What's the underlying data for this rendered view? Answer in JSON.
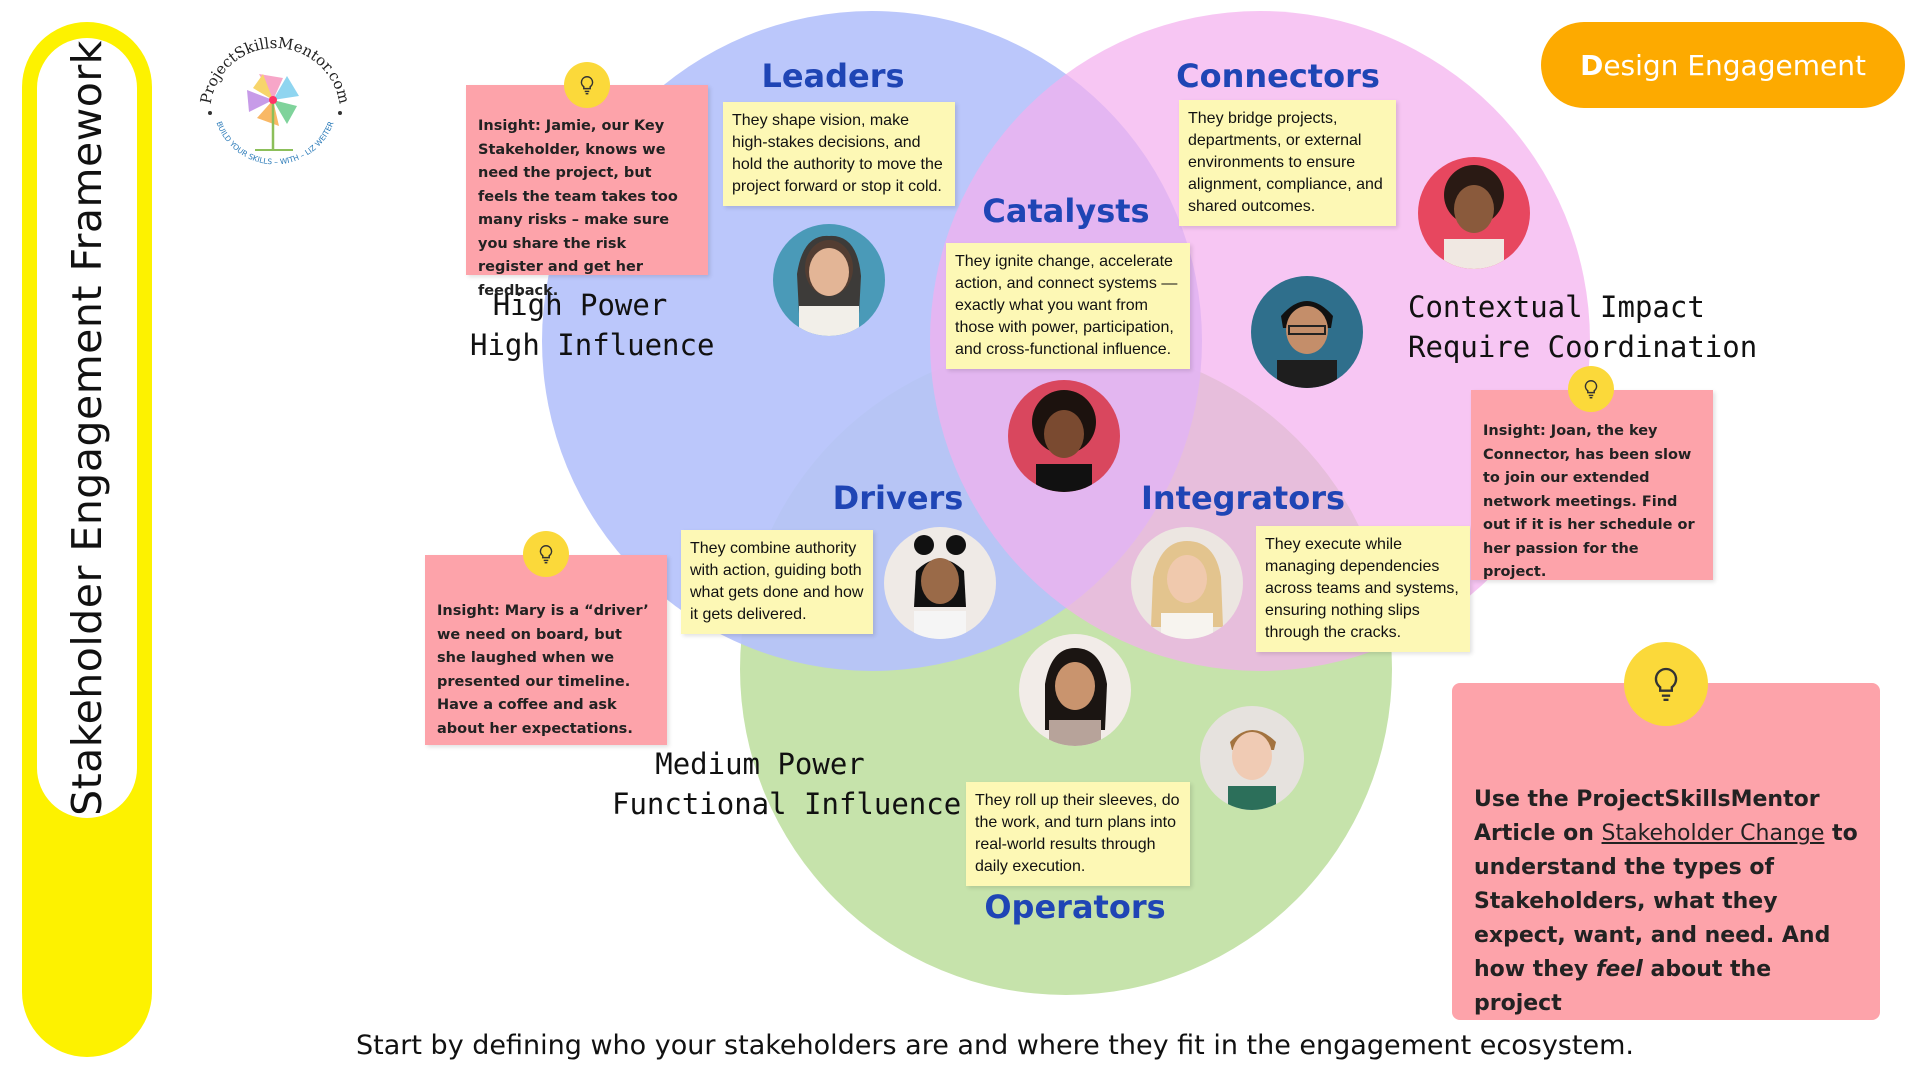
{
  "side_title": "Stakeholder Engagement Framework",
  "logo": {
    "top_text": "ProjectSkillsMentor.com",
    "bottom_text": "BUILD YOUR SKILLS – WITH – LIZ WEITER"
  },
  "design_button": {
    "first": "D",
    "rest": "esign Engagement"
  },
  "circles": {
    "leaders": {
      "title": "Leaders",
      "color": "#b5c2fb",
      "note": "They shape vision, make high-stakes decisions, and hold the authority to move the project forward or stop it cold."
    },
    "connectors": {
      "title": "Connectors",
      "color": "#f4b0ef",
      "note": "They bridge projects, departments, or external environments to ensure alignment, compliance, and shared outcomes."
    },
    "operators": {
      "title": "Operators",
      "color": "#c6e3ab",
      "note": "They roll up their sleeves, do the work, and turn plans into real-world results through daily execution."
    },
    "catalysts": {
      "title": "Catalysts",
      "note": "They ignite change, accelerate action, and connect systems — exactly what you want from those with power, participation, and cross-functional influence."
    },
    "drivers": {
      "title": "Drivers",
      "note": "They combine authority with action, guiding both what gets done and how it gets delivered."
    },
    "integrators": {
      "title": "Integrators",
      "note": "They execute while managing dependencies across teams and systems, ensuring nothing slips through the cracks."
    }
  },
  "hand_labels": {
    "high_power": [
      "High Power",
      "High Influence"
    ],
    "contextual": [
      "Contextual Impact",
      "Require Coordination"
    ],
    "medium": [
      "Medium Power",
      "Functional Influence"
    ]
  },
  "insights": {
    "jamie": "Insight: Jamie, our Key Stakeholder, knows we need the project, but feels the team takes too many risks – make sure you share the risk register and get her feedback.",
    "joan": "Insight: Joan, the key Connector, has been slow to join our extended network meetings.  Find out if it is her schedule or her passion for the project.",
    "mary": "Insight: Mary is a “driver’ we need on board, but she laughed when we presented our timeline. Have a coffee and ask about her expectations."
  },
  "big_card": {
    "pre": "Use the ProjectSkillsMentor Article on ",
    "link": "Stakeholder Change",
    "mid": " to understand the types of Stakeholders, what they expect, want, and need. And how they ",
    "em": "feel",
    "post": " about the project"
  },
  "footer": "Start by defining who your stakeholders are and where they fit in the engagement ecosystem.",
  "colors": {
    "title_blue": "#1f45b5",
    "insight_pink": "#fda3aa",
    "note_yellow": "#fdf8b5",
    "bulb": "#fbd93a",
    "accent_yellow": "#fdf200",
    "button_orange": "#fdaa00"
  },
  "icons": [
    "lightbulb-icon",
    "pinwheel-logo-icon"
  ]
}
